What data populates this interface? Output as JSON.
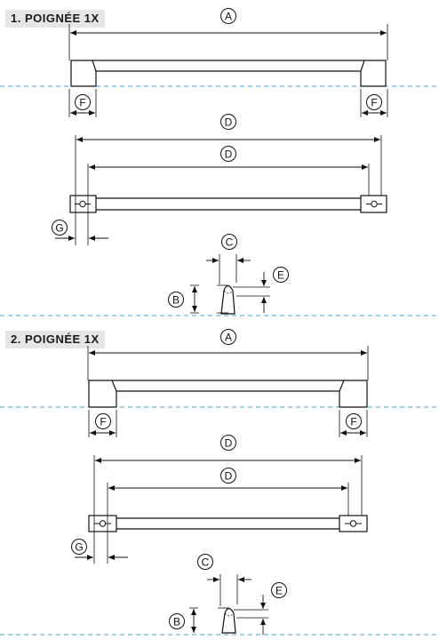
{
  "sections": [
    {
      "title": "1. POIGNÉE 1X",
      "labels": {
        "a": "A",
        "b": "B",
        "c": "C",
        "d": "D",
        "e": "E",
        "f": "F",
        "g": "G"
      }
    },
    {
      "title": "2. POIGNÉE 1X",
      "labels": {
        "a": "A",
        "b": "B",
        "c": "C",
        "d": "D",
        "e": "E",
        "f": "F",
        "g": "G"
      }
    }
  ],
  "colors": {
    "line": "#111111",
    "separator": "#4aa3d8",
    "title_bg": "#e6e6e6"
  }
}
